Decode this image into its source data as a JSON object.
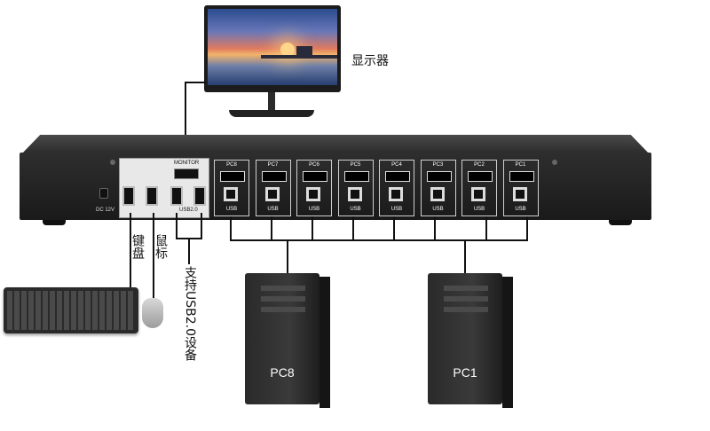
{
  "labels": {
    "monitor": "显示器",
    "keyboard": "键盘",
    "mouse": "鼠标",
    "usb_support": "支持USB2.0设备"
  },
  "panel": {
    "monitor_port": "MONITOR",
    "usb_ports_label": "USB2.0",
    "dc_label": "DC 12V"
  },
  "pc_ports": [
    {
      "name": "PC8",
      "usb": "USB"
    },
    {
      "name": "PC7",
      "usb": "USB"
    },
    {
      "name": "PC6",
      "usb": "USB"
    },
    {
      "name": "PC5",
      "usb": "USB"
    },
    {
      "name": "PC4",
      "usb": "USB"
    },
    {
      "name": "PC3",
      "usb": "USB"
    },
    {
      "name": "PC2",
      "usb": "USB"
    },
    {
      "name": "PC1",
      "usb": "USB"
    }
  ],
  "computers": {
    "left": "PC8",
    "right": "PC1"
  },
  "colors": {
    "chassis": "#1f1f1f",
    "panel": "#e8e8e8",
    "line": "#111111"
  },
  "icons": [
    "monitor-icon",
    "keyboard-icon",
    "mouse-icon",
    "pc-tower-icon"
  ]
}
